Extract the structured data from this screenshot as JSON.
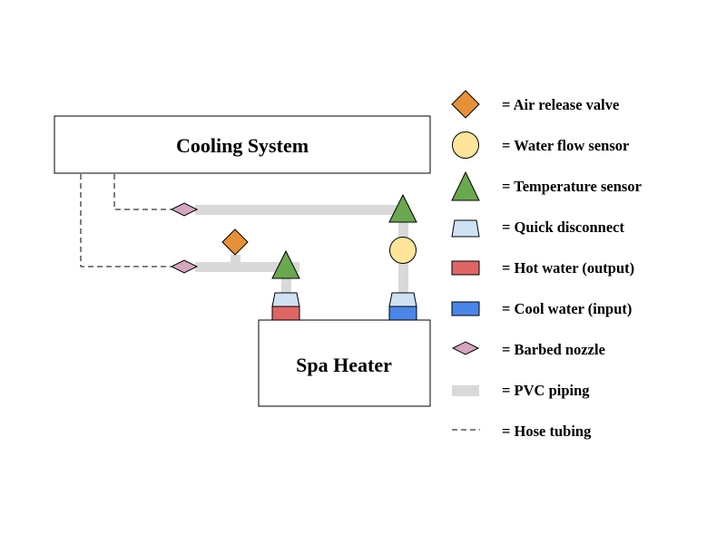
{
  "components": {
    "cooling_system": "Cooling System",
    "spa_heater": "Spa Heater"
  },
  "colors": {
    "air_release_valve": "#e69138",
    "water_flow_sensor": "#ffe599",
    "temperature_sensor": "#6aa84f",
    "quick_disconnect": "#cfe2f3",
    "hot_water": "#e06666",
    "cool_water": "#4a86e8",
    "barbed_nozzle": "#d5a6bd",
    "pvc_piping": "#d9d9d9"
  },
  "legend": [
    {
      "icon": "diamond-orange-icon",
      "label": "= Air release valve"
    },
    {
      "icon": "circle-yellow-icon",
      "label": "= Water flow sensor"
    },
    {
      "icon": "triangle-green-icon",
      "label": "= Temperature sensor"
    },
    {
      "icon": "trapezoid-lightblue-icon",
      "label": "= Quick disconnect"
    },
    {
      "icon": "rect-red-icon",
      "label": "= Hot water (output)"
    },
    {
      "icon": "rect-blue-icon",
      "label": "= Cool water (input)"
    },
    {
      "icon": "diamond-pink-icon",
      "label": "= Barbed nozzle"
    },
    {
      "icon": "bar-gray-icon",
      "label": "= PVC piping"
    },
    {
      "icon": "dashed-line-icon",
      "label": "= Hose tubing"
    }
  ]
}
